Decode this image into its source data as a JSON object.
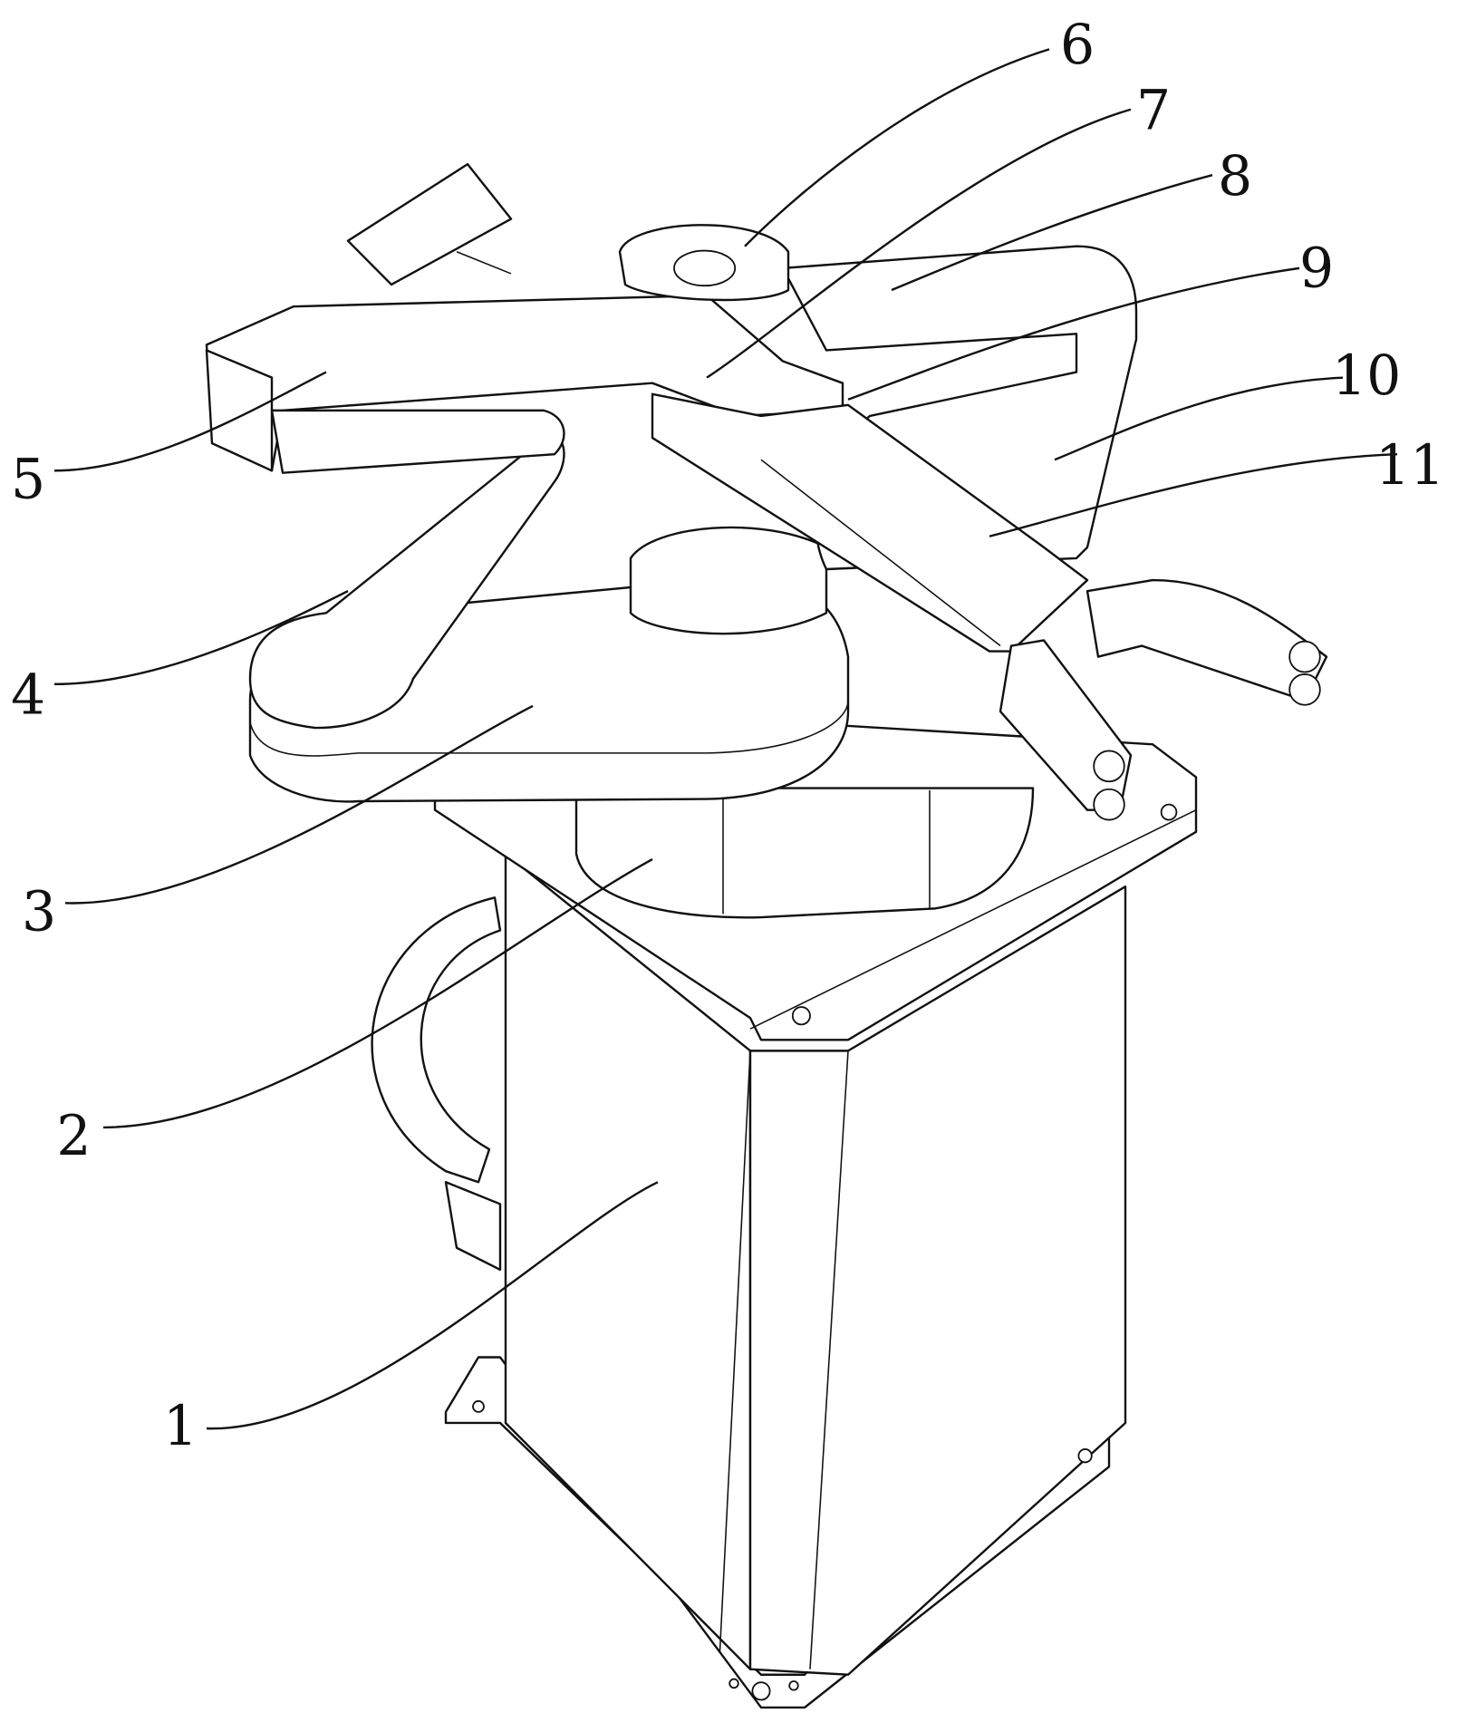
{
  "figure": {
    "labels": {
      "l1": "1",
      "l2": "2",
      "l3": "3",
      "l4": "4",
      "l5": "5",
      "l6": "6",
      "l7": "7",
      "l8": "8",
      "l9": "9",
      "l10": "10",
      "l11": "11"
    }
  }
}
